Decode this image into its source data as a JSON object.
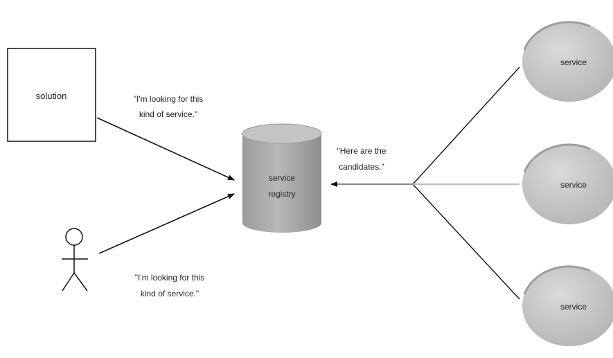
{
  "nodes": {
    "solution": "solution",
    "registry_line1": "service",
    "registry_line2": "registry",
    "service_top": "service",
    "service_middle": "service",
    "service_bottom": "service"
  },
  "notes": {
    "solution_query_line1": "\"I'm looking for this",
    "solution_query_line2": "kind of service.\"",
    "person_query_line1": "\"I'm looking for this",
    "person_query_line2": "kind of service.\"",
    "response_line1": "\"Here are the",
    "response_line2": "candidates.\""
  },
  "colors": {
    "cylinder_fill": "#a9a9a9",
    "circle_fill": "#c8c8c8",
    "stroke": "#111111"
  }
}
